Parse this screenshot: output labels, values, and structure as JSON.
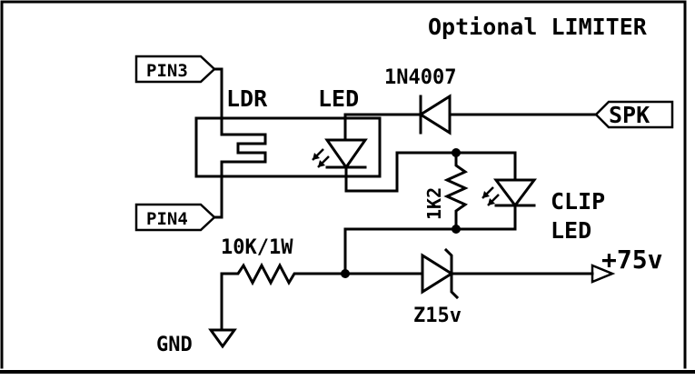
{
  "title": "Optional LIMITER",
  "ports": {
    "pin3": "PIN3",
    "pin4": "PIN4",
    "spk": "SPK"
  },
  "labels": {
    "ldr": "LDR",
    "led": "LED",
    "diode": "1N4007",
    "resistor_1k2": "1K2",
    "clip_line1": "CLIP",
    "clip_line2": "LED",
    "resistor_10k": "10K/1W",
    "zener": "Z15v",
    "gnd": "GND",
    "supply": "+75v"
  }
}
